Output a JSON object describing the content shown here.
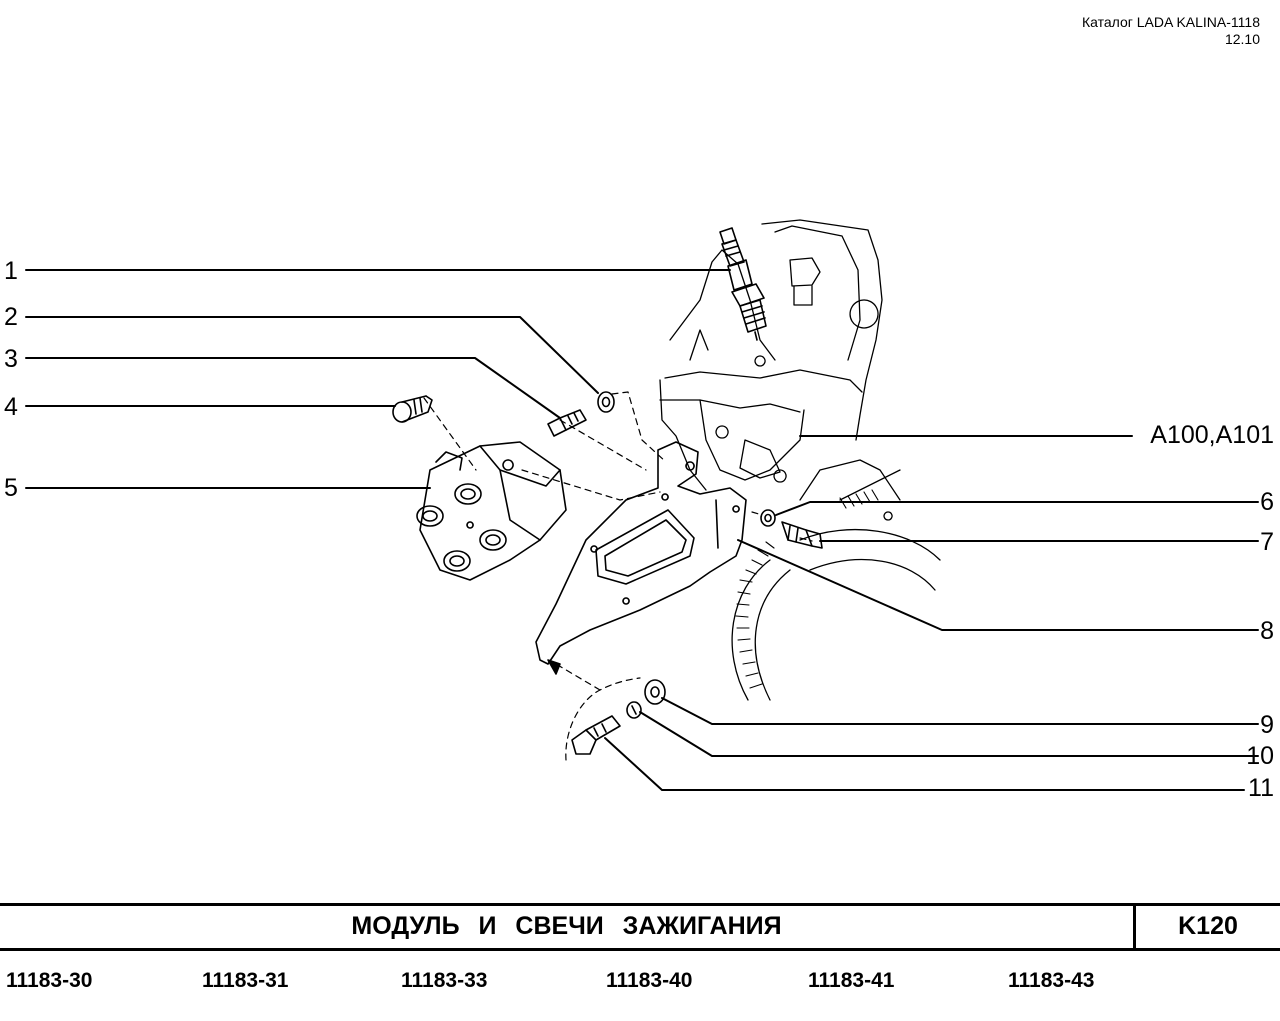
{
  "header": {
    "catalog": "Каталог LADA KALINA-1118",
    "date": "12.10"
  },
  "callouts": {
    "c1": "1",
    "c2": "2",
    "c3": "3",
    "c4": "4",
    "c5": "5",
    "c6": "6",
    "c7": "7",
    "c8": "8",
    "c9": "9",
    "c10": "10",
    "c11": "11",
    "ref": "A100,A101"
  },
  "footer": {
    "title": "МОДУЛЬ И СВЕЧИ ЗАЖИГАНИЯ",
    "code": "K120",
    "models": [
      "11183-30",
      "11183-31",
      "11183-33",
      "11183-40",
      "11183-41",
      "11183-43"
    ]
  }
}
